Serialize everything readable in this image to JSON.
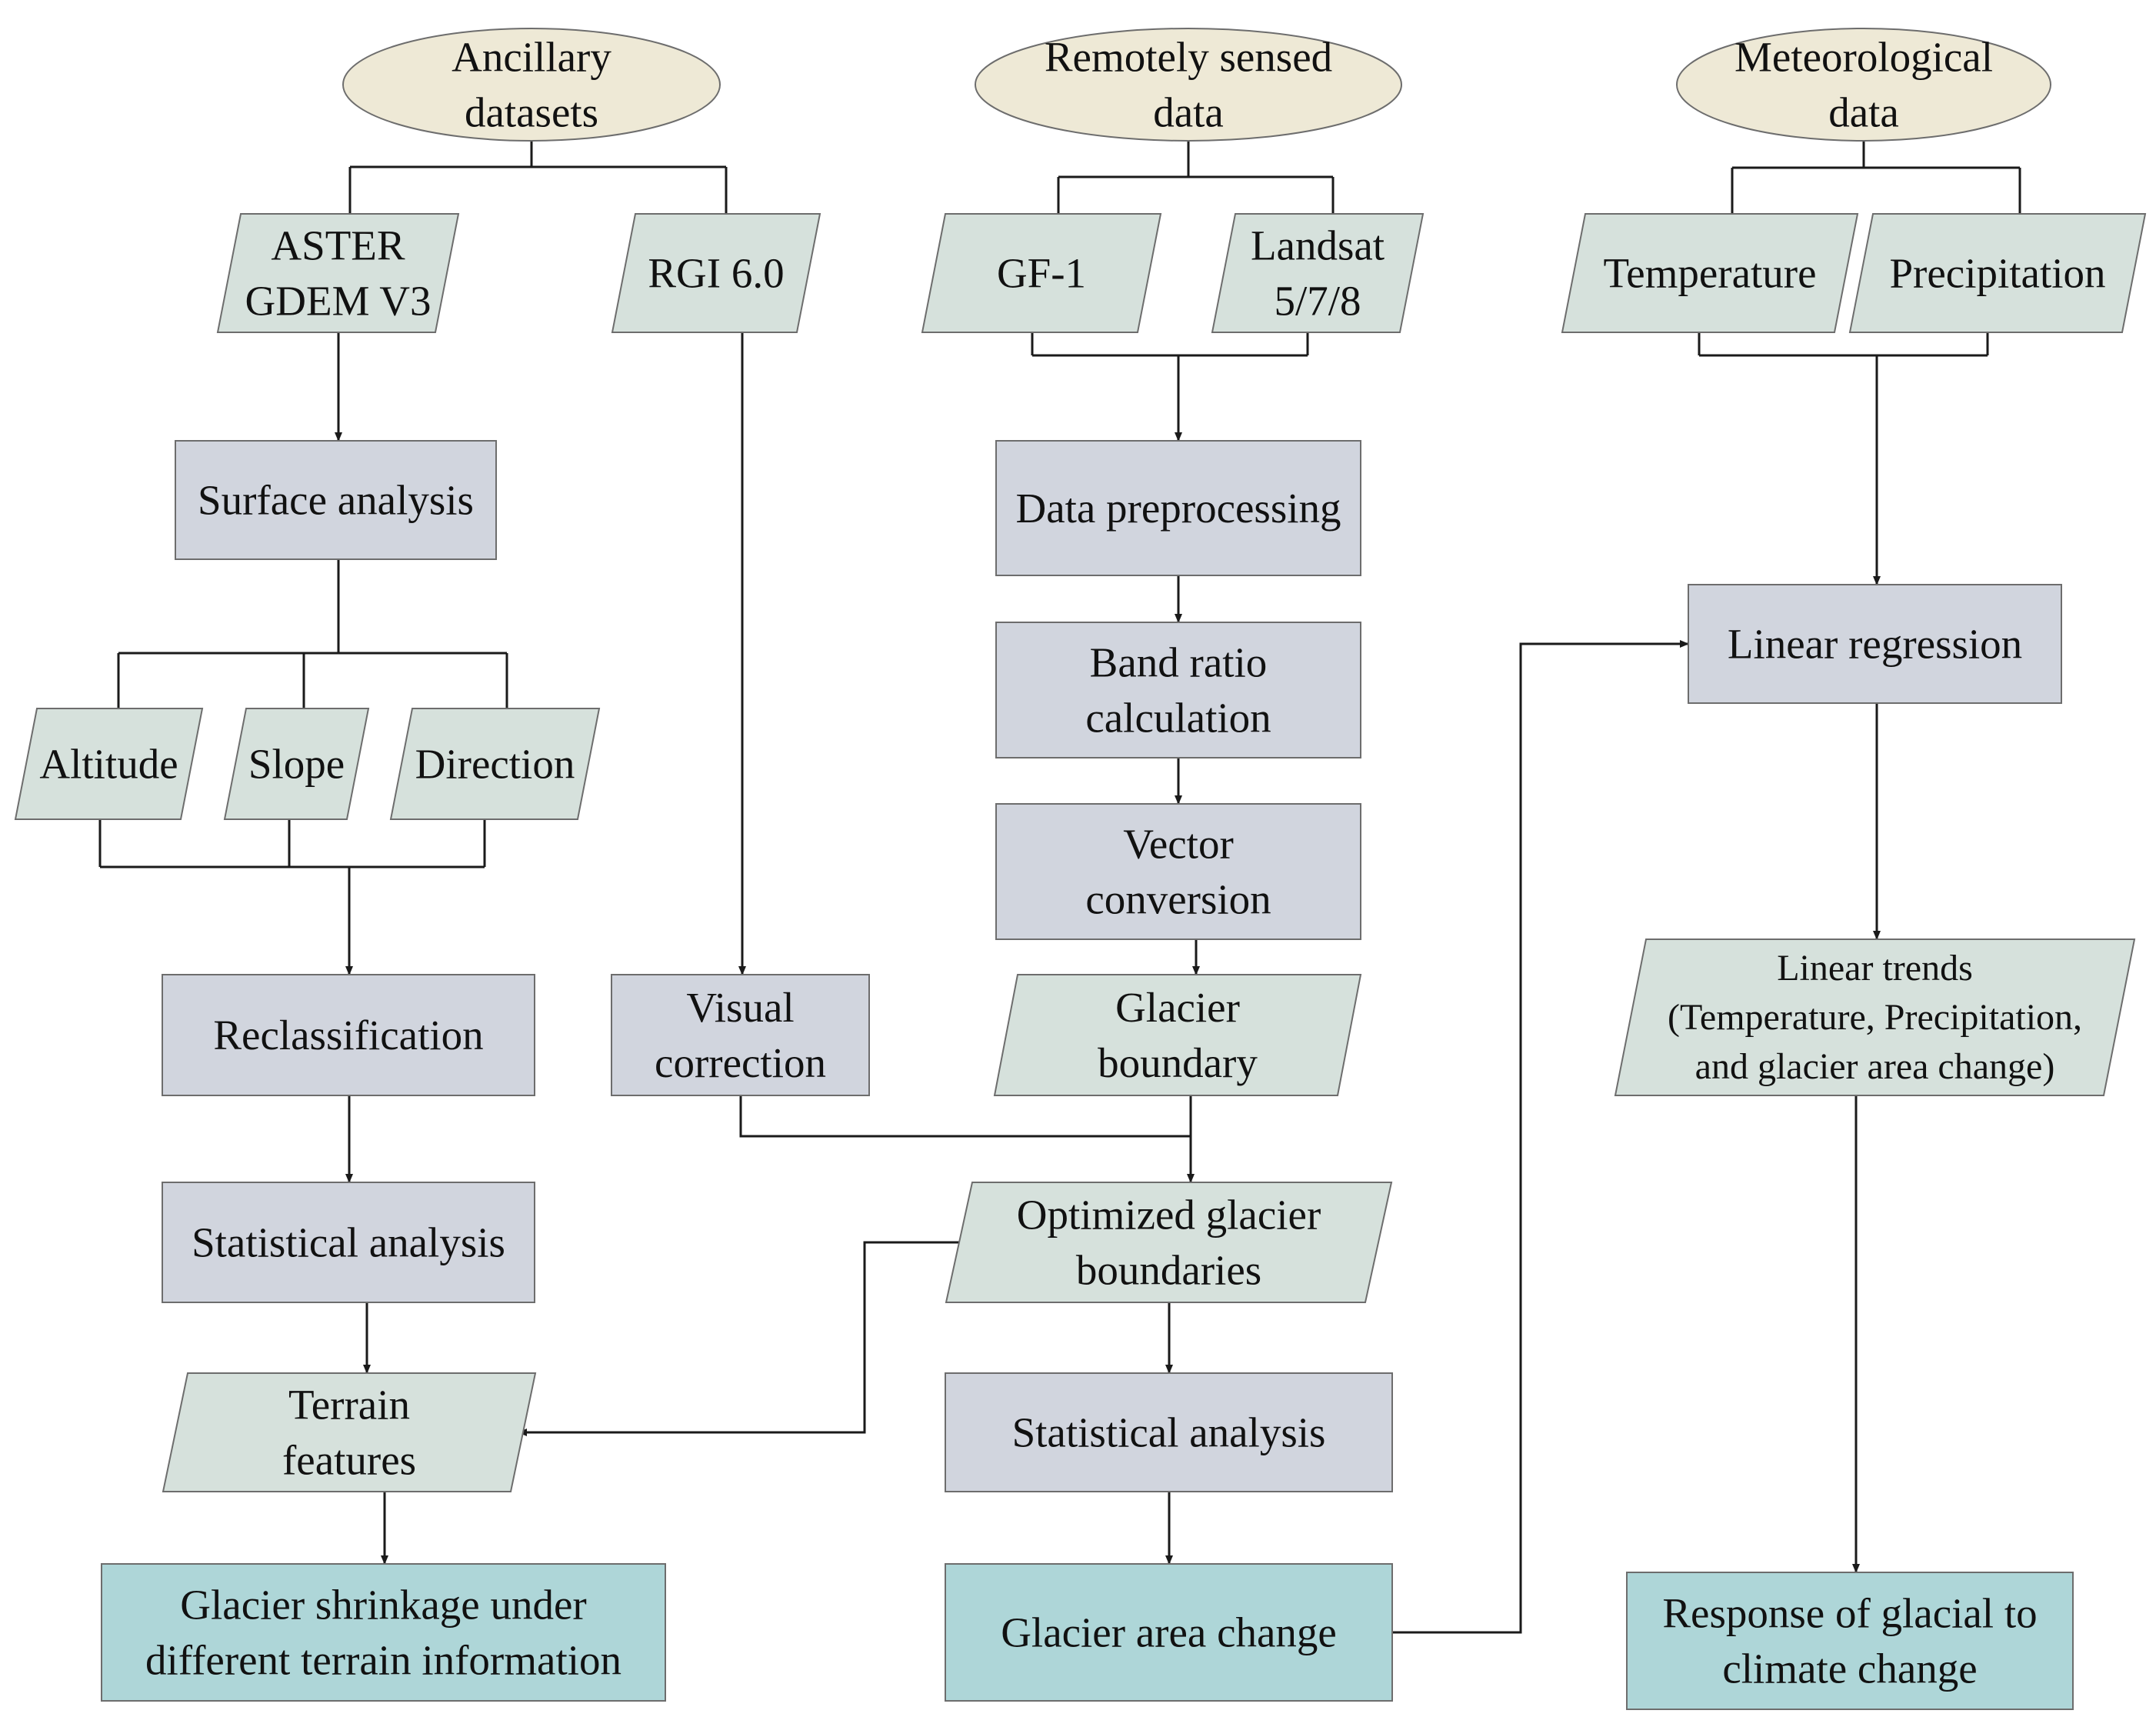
{
  "colors": {
    "source_fill": "#eee9d6",
    "dataset_fill": "#d6e1dc",
    "process_fill": "#d1d5de",
    "result_fill": "#aed6d8"
  },
  "nodes": {
    "ancillary": {
      "lines": [
        "Ancillary",
        "datasets"
      ]
    },
    "remote": {
      "lines": [
        "Remotely sensed",
        "data"
      ]
    },
    "meteo": {
      "lines": [
        "Meteorological",
        "data"
      ]
    },
    "aster": {
      "lines": [
        "ASTER",
        "GDEM V3"
      ]
    },
    "rgi": {
      "lines": [
        "RGI 6.0"
      ]
    },
    "gf1": {
      "lines": [
        "GF-1"
      ]
    },
    "landsat": {
      "lines": [
        "Landsat",
        "5/7/8"
      ]
    },
    "temperature": {
      "lines": [
        "Temperature"
      ]
    },
    "precip": {
      "lines": [
        "Precipitation"
      ]
    },
    "surface": {
      "lines": [
        "Surface analysis"
      ]
    },
    "preproc": {
      "lines": [
        "Data preprocessing"
      ]
    },
    "bandratio": {
      "lines": [
        "Band ratio",
        "calculation"
      ]
    },
    "vector": {
      "lines": [
        "Vector",
        "conversion"
      ]
    },
    "linreg": {
      "lines": [
        "Linear regression"
      ]
    },
    "altitude": {
      "lines": [
        "Altitude"
      ]
    },
    "slope": {
      "lines": [
        "Slope"
      ]
    },
    "direction": {
      "lines": [
        "Direction"
      ]
    },
    "reclass": {
      "lines": [
        "Reclassification"
      ]
    },
    "visual": {
      "lines": [
        "Visual",
        "correction"
      ]
    },
    "boundary": {
      "lines": [
        "Glacier",
        "boundary"
      ]
    },
    "trends": {
      "lines": [
        "Linear trends",
        "(Temperature, Precipitation,",
        "and glacier area change)"
      ]
    },
    "stat1": {
      "lines": [
        "Statistical analysis"
      ]
    },
    "optimized": {
      "lines": [
        "Optimized glacier",
        "boundaries"
      ]
    },
    "terrain": {
      "lines": [
        "Terrain",
        "features"
      ]
    },
    "stat2": {
      "lines": [
        "Statistical analysis"
      ]
    },
    "shrinkage": {
      "lines": [
        "Glacier shrinkage under",
        "different terrain information"
      ]
    },
    "areachange": {
      "lines": [
        "Glacier area change"
      ]
    },
    "response": {
      "lines": [
        "Response of glacial to",
        "climate change"
      ]
    }
  }
}
